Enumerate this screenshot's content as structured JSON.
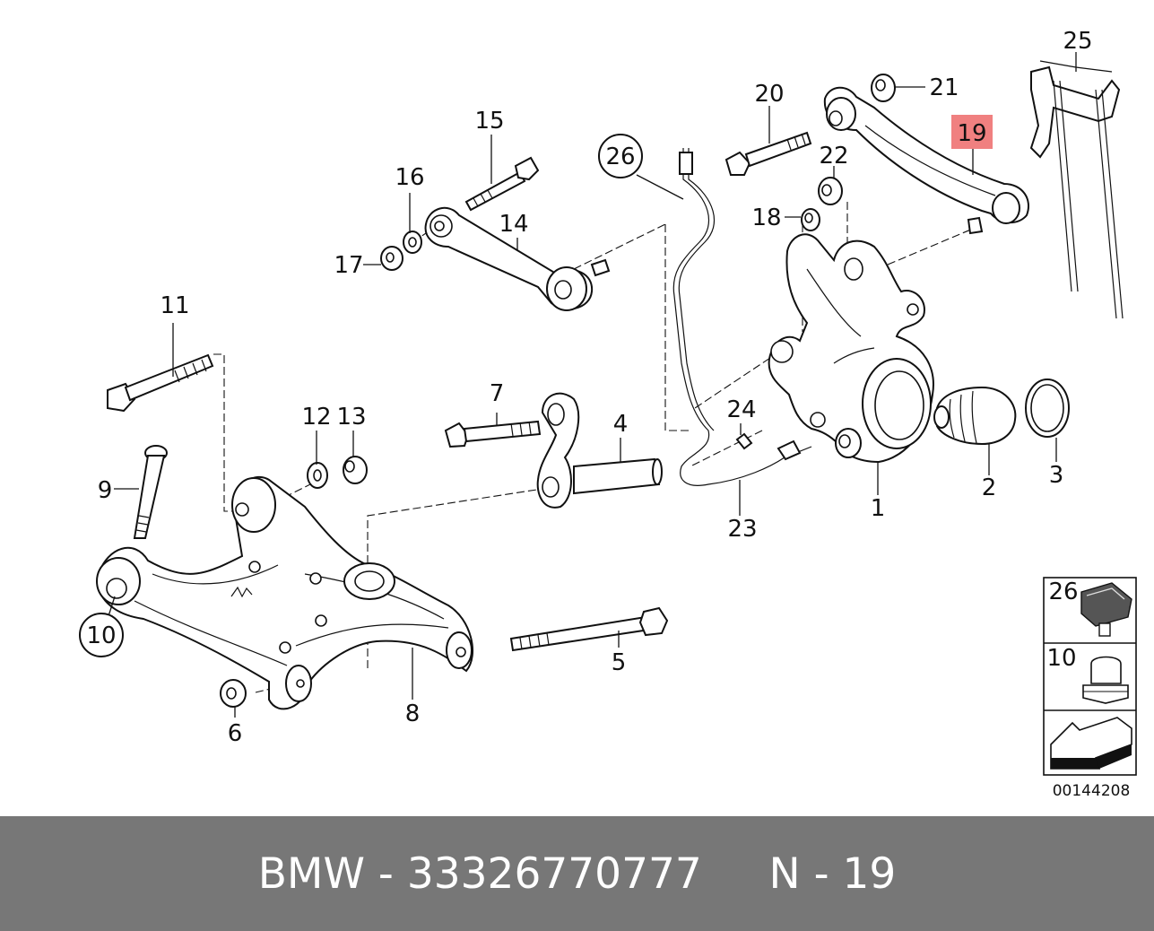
{
  "labels": {
    "p1": "1",
    "p2": "2",
    "p3": "3",
    "p4": "4",
    "p5": "5",
    "p6": "6",
    "p7": "7",
    "p8": "8",
    "p9": "9",
    "p10": "10",
    "p11": "11",
    "p12": "12",
    "p13": "13",
    "p14": "14",
    "p15": "15",
    "p16": "16",
    "p17": "17",
    "p18": "18",
    "p19": "19",
    "p20": "20",
    "p21": "21",
    "p22": "22",
    "p23": "23",
    "p24": "24",
    "p25": "25",
    "p26": "26"
  },
  "highlight": {
    "label": "19",
    "color": "#f08080"
  },
  "legend": {
    "item_a": "26",
    "item_b": "10"
  },
  "diagram_code": "00144208",
  "footer": {
    "brand": "BMW",
    "separator": "-",
    "part_number": "33326770777",
    "position_label": "N - 19"
  },
  "colors": {
    "footer_background": "#777777",
    "footer_text": "#ffffff",
    "highlight": "#f08080"
  }
}
